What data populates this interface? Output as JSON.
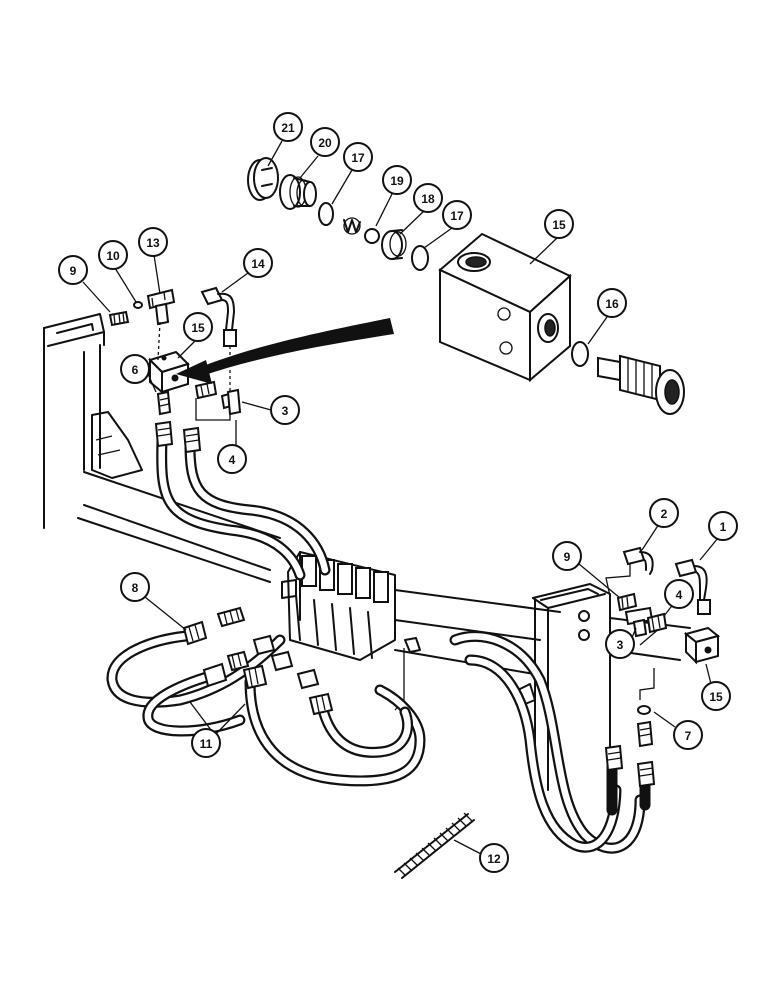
{
  "callouts": [
    {
      "id": "c21",
      "label": "21"
    },
    {
      "id": "c20",
      "label": "20"
    },
    {
      "id": "c17a",
      "label": "17"
    },
    {
      "id": "c19",
      "label": "19"
    },
    {
      "id": "c18",
      "label": "18"
    },
    {
      "id": "c17b",
      "label": "17"
    },
    {
      "id": "c15a",
      "label": "15"
    },
    {
      "id": "c16",
      "label": "16"
    },
    {
      "id": "c9a",
      "label": "9"
    },
    {
      "id": "c10",
      "label": "10"
    },
    {
      "id": "c13",
      "label": "13"
    },
    {
      "id": "c14",
      "label": "14"
    },
    {
      "id": "c15b",
      "label": "15"
    },
    {
      "id": "c6",
      "label": "6"
    },
    {
      "id": "c3a",
      "label": "3"
    },
    {
      "id": "c4a",
      "label": "4"
    },
    {
      "id": "c2",
      "label": "2"
    },
    {
      "id": "c1",
      "label": "1"
    },
    {
      "id": "c9b",
      "label": "9"
    },
    {
      "id": "c4b",
      "label": "4"
    },
    {
      "id": "c3b",
      "label": "3"
    },
    {
      "id": "c15c",
      "label": "15"
    },
    {
      "id": "c7",
      "label": "7"
    },
    {
      "id": "c8",
      "label": "8"
    },
    {
      "id": "c11",
      "label": "11"
    },
    {
      "id": "c12",
      "label": "12"
    }
  ]
}
